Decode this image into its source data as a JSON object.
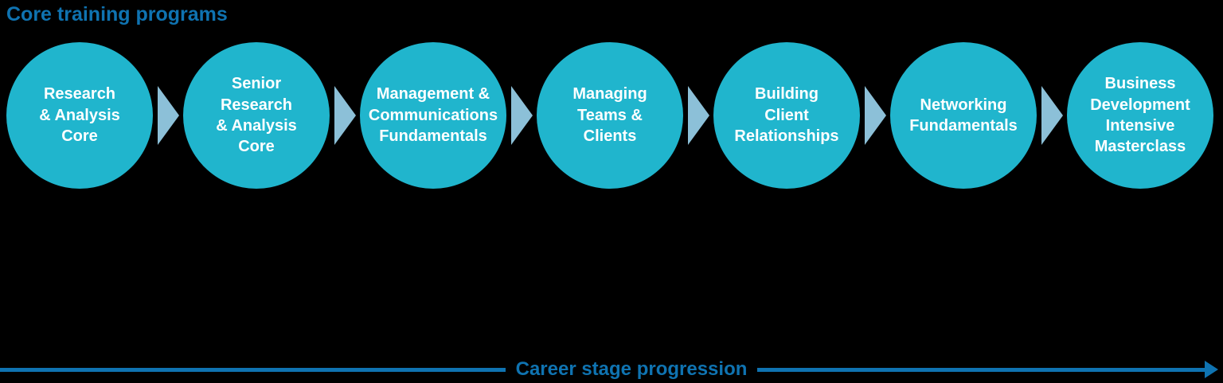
{
  "title": "Core training programs",
  "stages": [
    {
      "label": "Research\n& Analysis\nCore"
    },
    {
      "label": "Senior\nResearch\n& Analysis\nCore"
    },
    {
      "label": "Management &\nCommunications\nFundamentals"
    },
    {
      "label": "Managing\nTeams &\nClients"
    },
    {
      "label": "Building\nClient\nRelationships"
    },
    {
      "label": "Networking\nFundamentals"
    },
    {
      "label": "Business\nDevelopment\nIntensive\nMasterclass"
    }
  ],
  "axis": {
    "label": "Career stage progression"
  },
  "colors": {
    "circle_fill": "#20B5CD",
    "circle_text": "#FFFFFF",
    "connector_arrow": "#8CC0D8",
    "heading_and_axis_blue": "#0F73B1",
    "background": "#000000"
  }
}
